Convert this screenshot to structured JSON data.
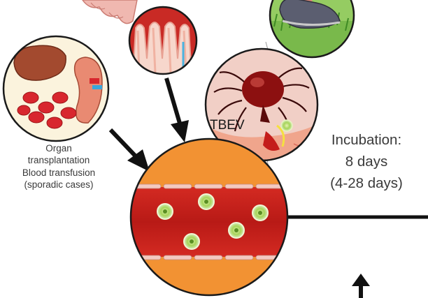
{
  "tick_panel": {
    "virus_label": "TBEV"
  },
  "transmission_routes": {
    "lines": [
      "Organ",
      "transplantation",
      "Blood transfusion",
      "(sporadic cases)"
    ]
  },
  "incubation": {
    "lines": [
      "Incubation:",
      "8 days",
      "(4-28 days)"
    ]
  },
  "colors": {
    "outline": "#1a1a1a",
    "blood_orange": "#f29233",
    "vessel_red": "#c8211d",
    "virus_green": "#9bcf4e",
    "skin_pink": "#f3c9c0",
    "tick_red": "#8c1010",
    "liver_brown": "#a34a2f",
    "grass_green": "#6cae3a"
  },
  "icons": [
    "intestine-icon",
    "gut-mucosa-icon",
    "tick-icon",
    "hiker-shoe-icon",
    "liver-icon",
    "kidney-icon",
    "red-blood-cells-icon",
    "blood-vessel-icon",
    "virus-particle-icon"
  ]
}
